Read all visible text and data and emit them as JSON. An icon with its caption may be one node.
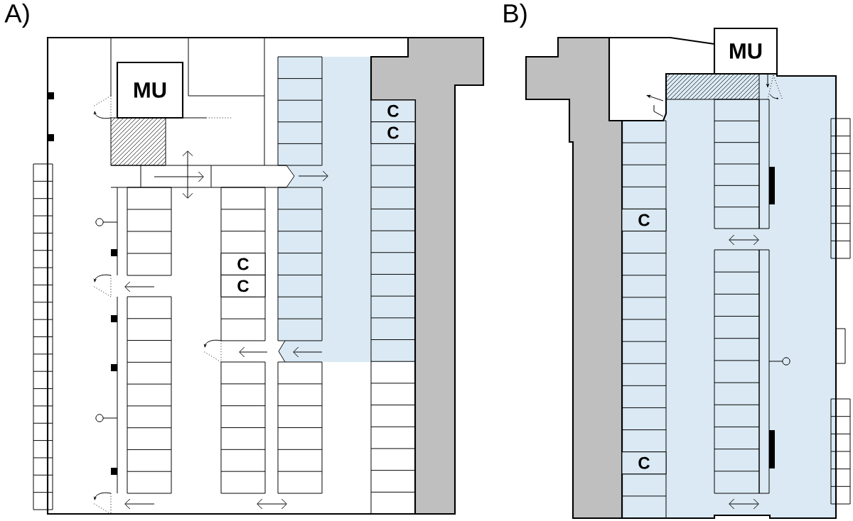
{
  "diagram": {
    "nodes": [
      {
        "text": [
          "MU"
        ]
      },
      {
        "text": [
          "C"
        ]
      },
      {
        "text": [
          "C"
        ]
      },
      {
        "text": [
          "C"
        ]
      },
      {
        "text": [
          "C"
        ]
      },
      {
        "text": [
          "MU"
        ]
      },
      {
        "text": [
          "C"
        ]
      },
      {
        "text": [
          "C"
        ]
      }
    ],
    "labels": [
      "A)",
      "B)"
    ]
  }
}
